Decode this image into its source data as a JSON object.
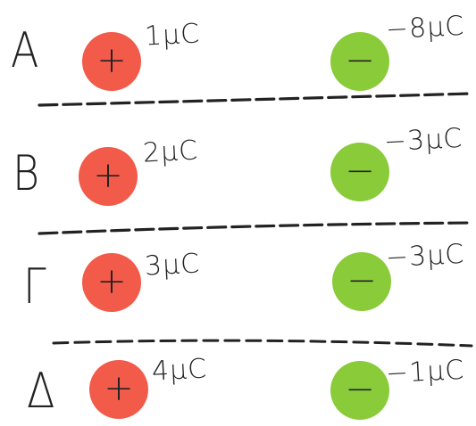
{
  "rows": [
    {
      "label": "A",
      "positive": {
        "sign": "+",
        "magnitude": "1μC"
      },
      "negative": {
        "sign": "−",
        "magnitude": "−8μC"
      }
    },
    {
      "label": "B",
      "positive": {
        "sign": "+",
        "magnitude": "2μC"
      },
      "negative": {
        "sign": "−",
        "magnitude": "−3μC"
      }
    },
    {
      "label": "Γ",
      "positive": {
        "sign": "+",
        "magnitude": "3μC"
      },
      "negative": {
        "sign": "−",
        "magnitude": "−3μC"
      }
    },
    {
      "label": "Δ",
      "positive": {
        "sign": "+",
        "magnitude": "4μC"
      },
      "negative": {
        "sign": "−",
        "magnitude": "−1μC"
      }
    }
  ],
  "colors": {
    "positive_charge": "#f25a4a",
    "negative_charge": "#8acb3a",
    "ink": "#222222"
  }
}
